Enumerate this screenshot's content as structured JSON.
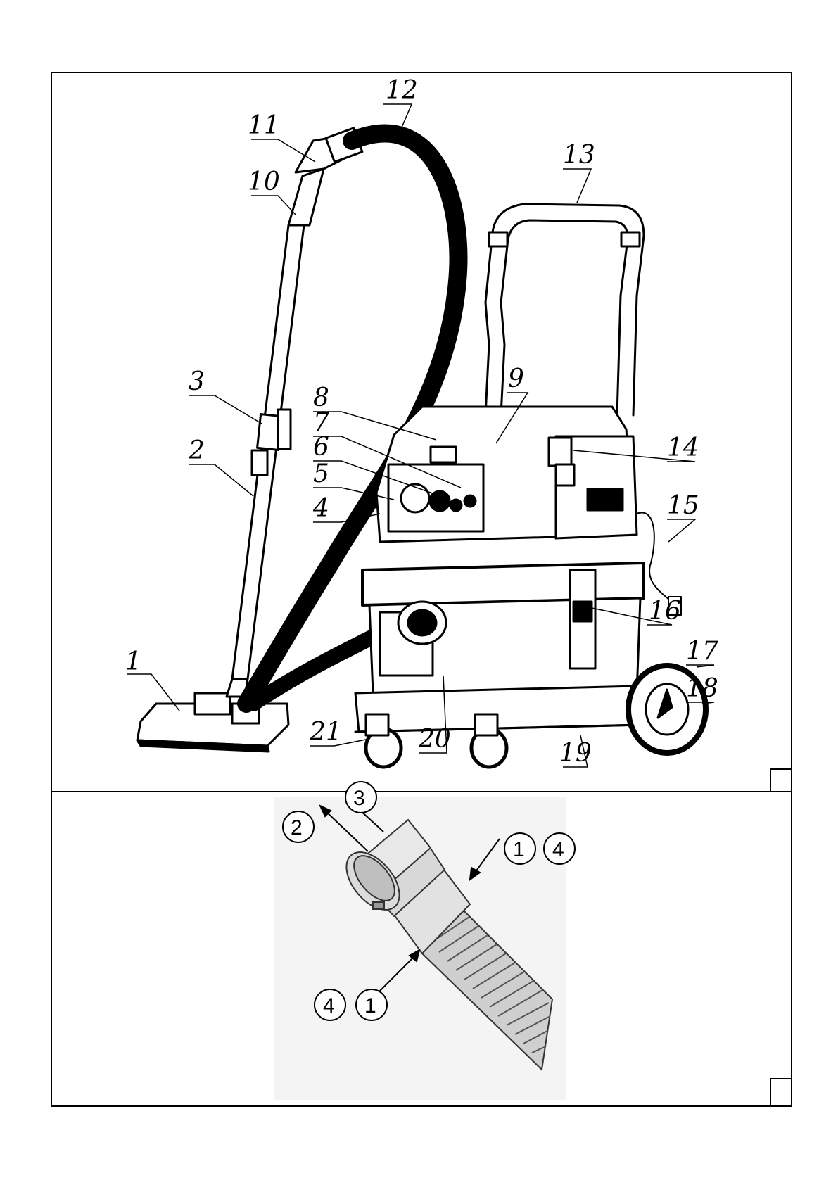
{
  "figure1": {
    "callouts": [
      "1",
      "2",
      "3",
      "4",
      "5",
      "6",
      "7",
      "8",
      "9",
      "10",
      "11",
      "12",
      "13",
      "14",
      "15",
      "16",
      "17",
      "18",
      "19",
      "20",
      "21"
    ]
  },
  "figure2": {
    "circled_labels": [
      "3",
      "2",
      "1",
      "4",
      "4",
      "1"
    ]
  },
  "colors": {
    "line": "#000000",
    "background": "#ffffff",
    "tone": "#e6e6e6"
  }
}
